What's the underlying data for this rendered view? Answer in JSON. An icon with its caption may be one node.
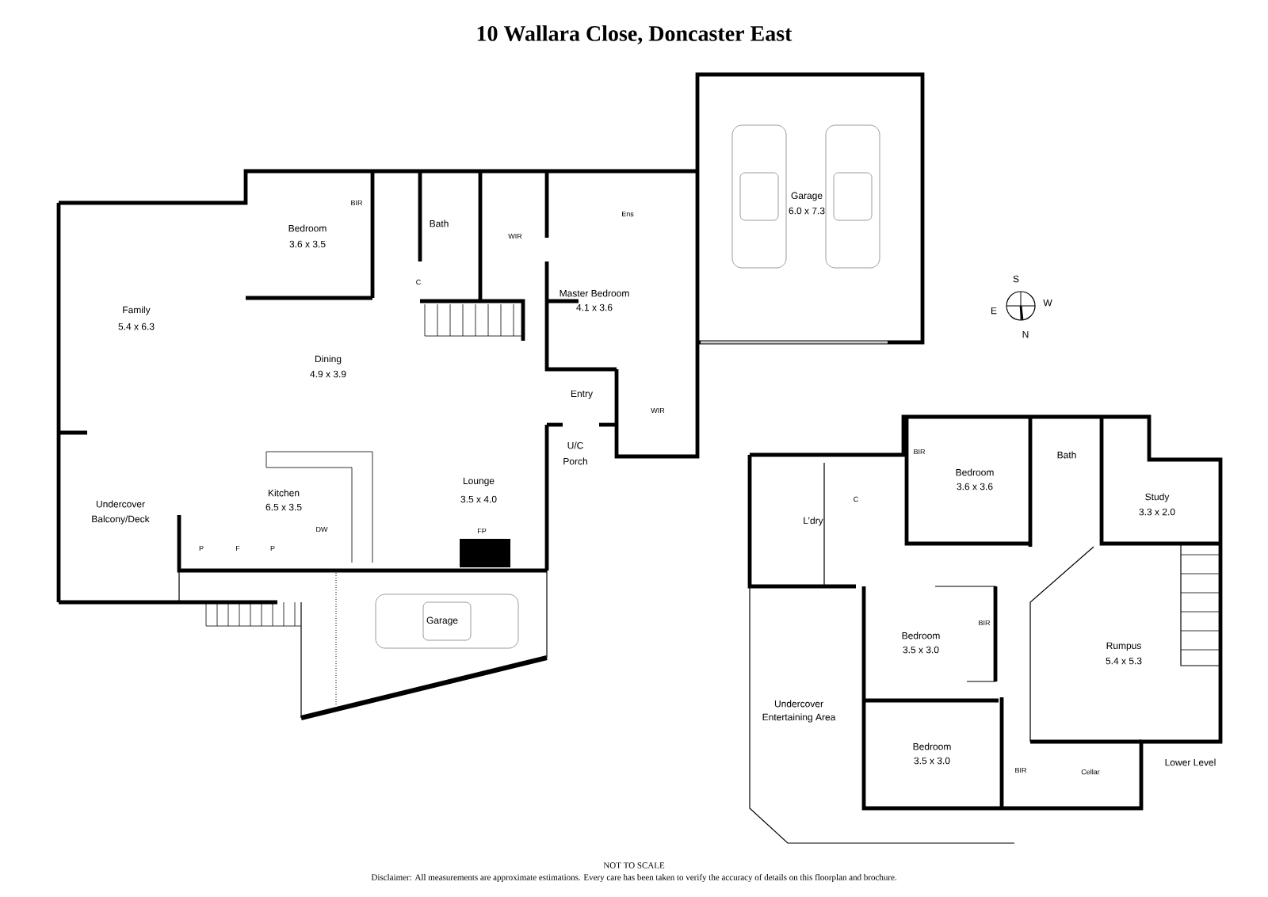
{
  "diagram": {
    "title": "10 Wallara Close, Doncaster East",
    "caption": "Disclaimer: All measurements are approximate estimations. Every care has been taken to verify the accuracy of details on this floorplan and brochure.",
    "labels": [
      "BIR",
      "Bedroom",
      "3.6 x 3.5",
      "Bath",
      "WIR",
      "Ens",
      "C",
      "Family",
      "5.4 x 6.3",
      "Garage",
      "6.0 x 7.3",
      "Master Bedroom",
      "4.1 x 3.6",
      "S",
      "E",
      "W",
      "N",
      "Dining",
      "4.9 x 3.9",
      "Entry",
      "WIR",
      "U/C",
      "Porch",
      "Lounge",
      "3.5 x 4.0",
      "Kitchen",
      "6.5 x 3.5",
      "Undercover",
      "Balcony/Deck",
      "DW",
      "FP",
      "P",
      "F",
      "P",
      "BIR",
      "Bath",
      "Bedroom",
      "3.6 x 3.6",
      "Study",
      "3.3 x 2.0",
      "C",
      "L’dry",
      "Garage",
      "BIR",
      "Bedroom",
      "3.5 x 3.0",
      "Rumpus",
      "5.4 x 5.3",
      "Undercover",
      "Entertaining Area",
      "Bedroom",
      "3.5 x 3.0",
      "Lower Level",
      "BIR",
      "Cellar",
      "NOT TO SCALE"
    ]
  }
}
